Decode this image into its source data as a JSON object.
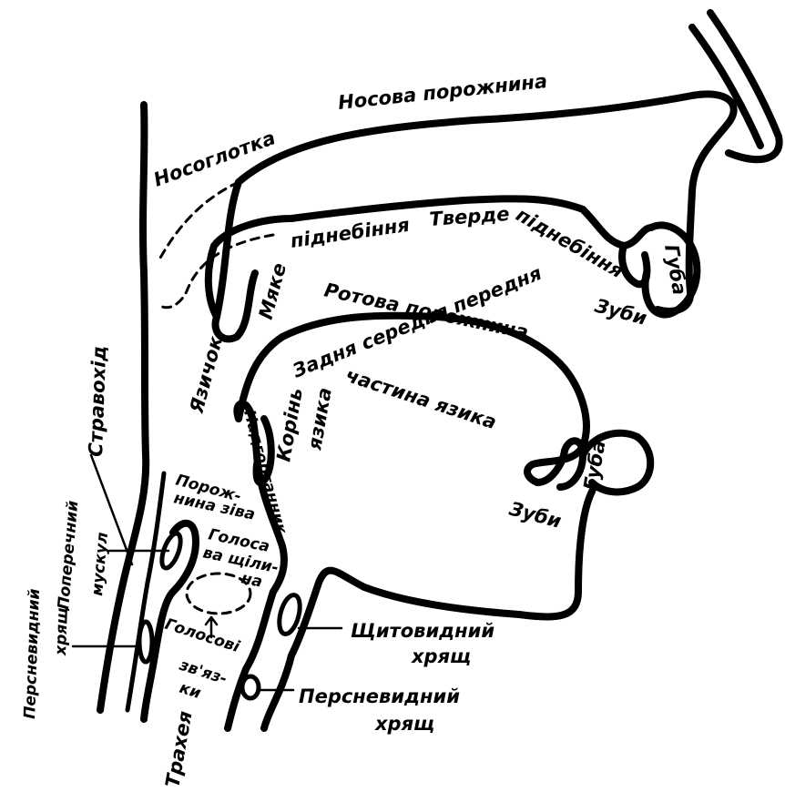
{
  "labels": {
    "nasal_cavity": "Носова порожнина",
    "nasopharynx": "Носоглотка",
    "soft_palate_1": "Мяке",
    "soft_palate_2": "піднебіння",
    "hard_palate_1": "Тверде",
    "hard_palate_2": "піднебіння",
    "upper_lip": "Губа",
    "upper_teeth": "Зуби",
    "oral_cavity": "Ротова порожнина",
    "tongue_parts_1": "Задня середня передня",
    "tongue_parts_2": "частина язика",
    "uvula": "Язичок",
    "esophagus": "Стравохід",
    "tongue_root_1": "Корінь",
    "tongue_root_2": "язика",
    "epiglottis": "Надгортанник",
    "pharynx_1": "Порож-",
    "pharynx_2": "нина зіва",
    "glottis_1": "Голоса",
    "glottis_2": "ва щіли-",
    "glottis_3": "на",
    "transverse_muscle_1": "Поперечний",
    "transverse_muscle_2": "мускул",
    "cricoid_left_1": "Персневидний",
    "cricoid_left_2": "хрящ",
    "vocal_cords_1": "Голосові",
    "vocal_cords_2": "зв'яз-",
    "vocal_cords_3": "ки",
    "trachea": "Трахея",
    "thyroid_1": "Щитовидний",
    "thyroid_2": "хрящ",
    "cricoid_right_1": "Персневидний",
    "cricoid_right_2": "хрящ",
    "lower_teeth": "Зуби",
    "lower_lip": "Губа"
  }
}
